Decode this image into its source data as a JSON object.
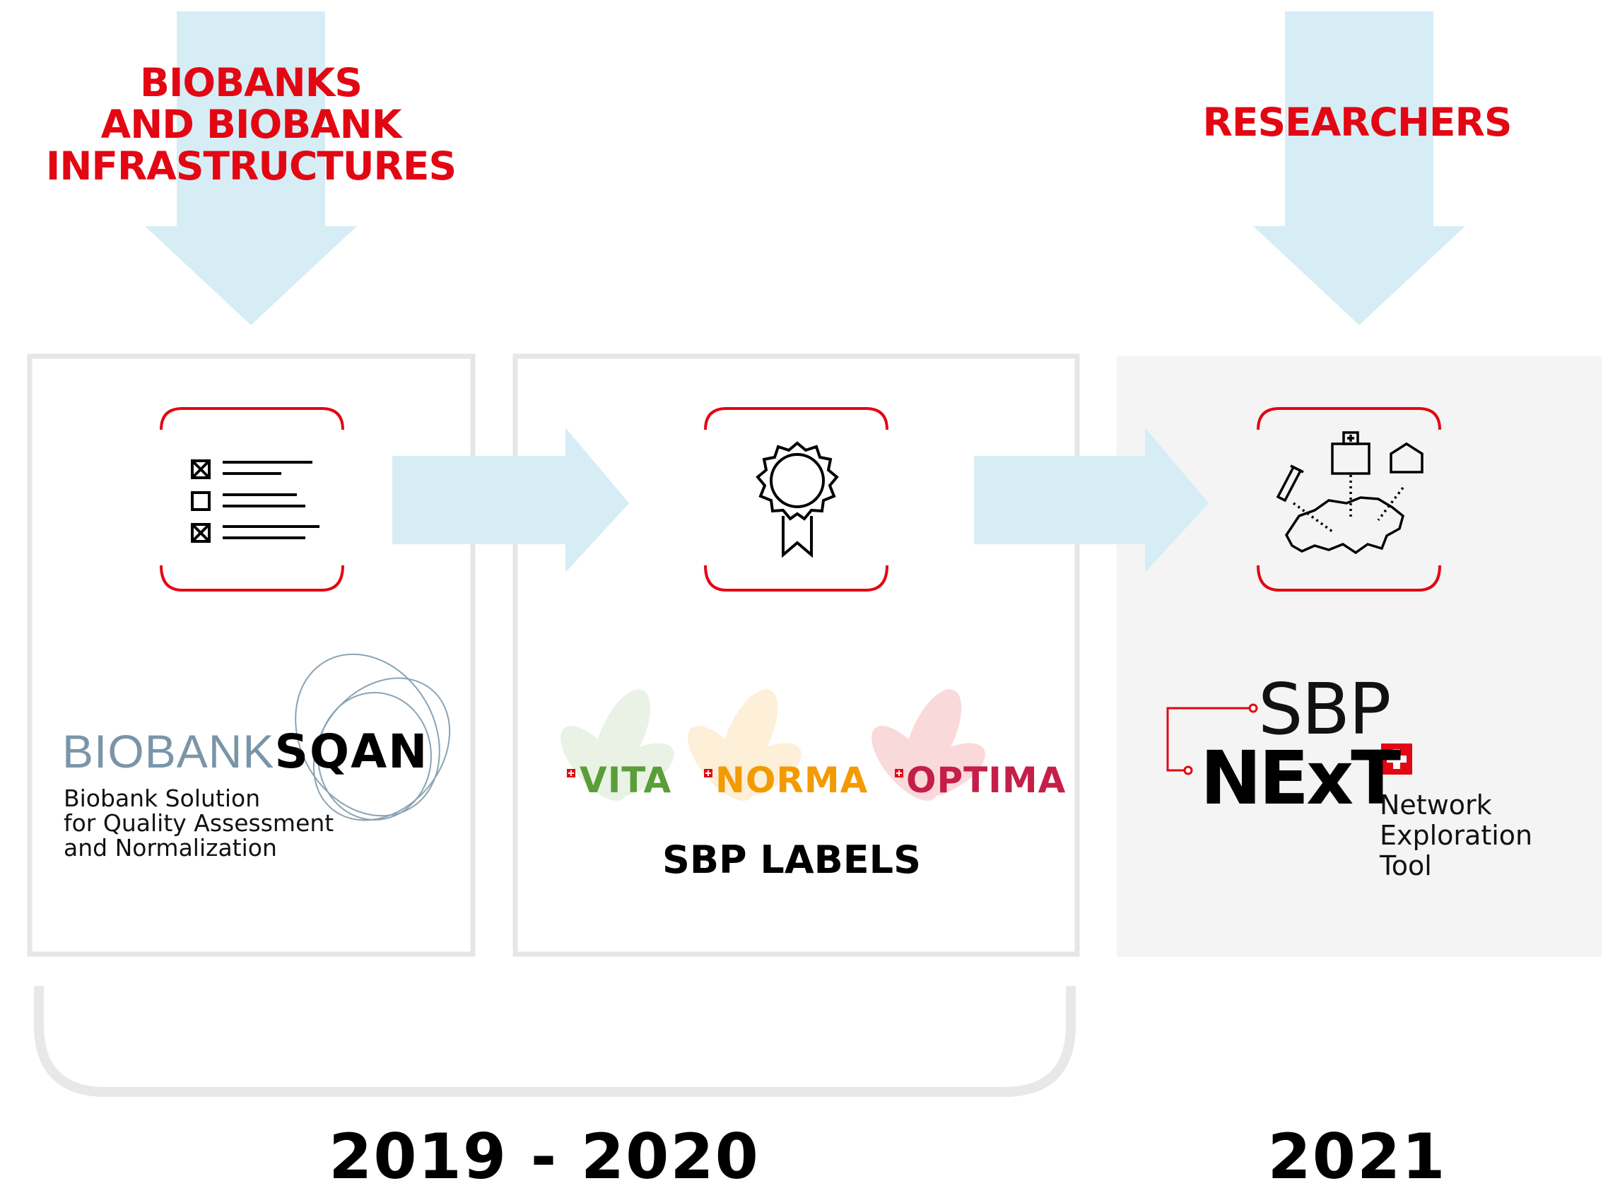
{
  "audiences": {
    "biobanks": "BIOBANKS\nAND BIOBANK\nINFRASTRUCTURES",
    "researchers": "RESEARCHERS"
  },
  "sqan": {
    "wordmark_thin": "BIOBANK",
    "wordmark_bold": "SQAN",
    "description": "Biobank Solution\nfor Quality Assessment\nand Normalization"
  },
  "labels": {
    "items": [
      "VITA",
      "NORMA",
      "OPTIMA"
    ],
    "colors": [
      "#5a9e3a",
      "#f39a00",
      "#c41f48"
    ],
    "caption": "SBP LABELS"
  },
  "next": {
    "sbp": "SBP",
    "name": "NExT",
    "description": "Network\nExploration\nTool"
  },
  "years": {
    "left": "2019 - 2020",
    "right": "2021"
  },
  "colors": {
    "accent": "#e30613",
    "arrow": "#d6edf5",
    "panel_border": "#e6e6e6",
    "panel3_bg": "#f3f4f3"
  },
  "icons": [
    "checklist-icon",
    "award-rosette-icon",
    "switzerland-network-icon",
    "swiss-cross-icon"
  ]
}
